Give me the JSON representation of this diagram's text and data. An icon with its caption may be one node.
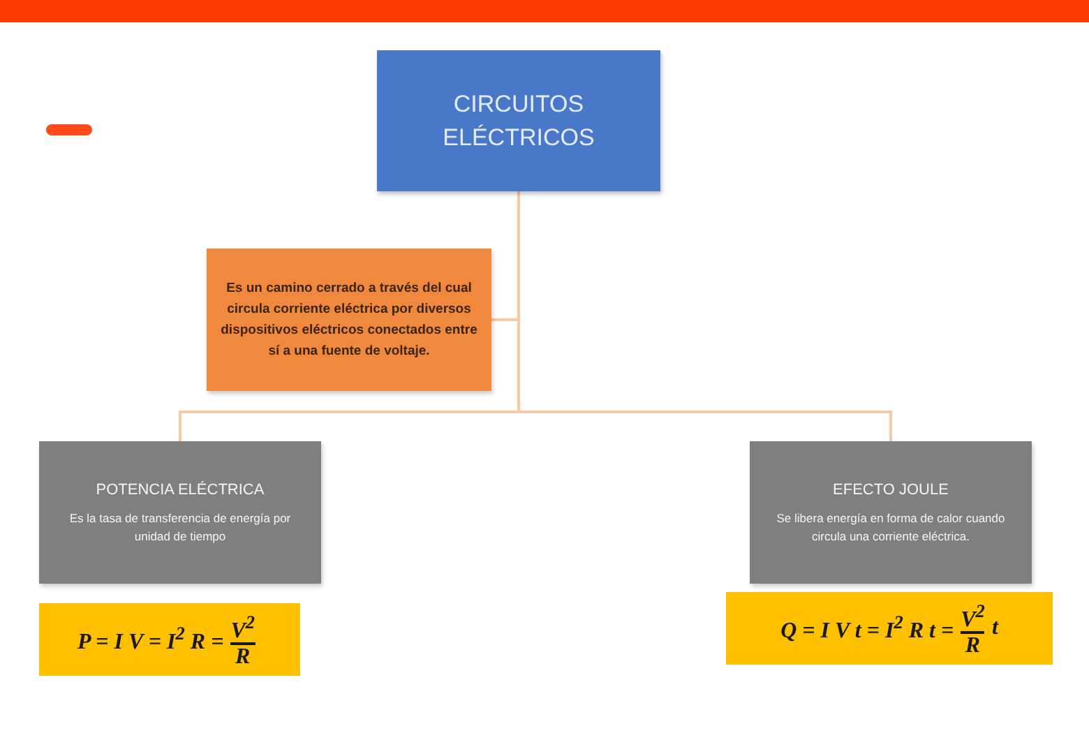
{
  "diagram": {
    "nodes": [
      {
        "text": [
          "CIRCUITOS ELÉCTRICOS"
        ]
      },
      {
        "text": [
          "Es un camino cerrado a través del cual circula corriente eléctrica por diversos dispositivos eléctricos conectados entre sí a una fuente de voltaje."
        ]
      },
      {
        "text": [
          "POTENCIA ELÉCTRICA",
          "Es la tasa de transferencia de energía por unidad de tiempo"
        ]
      },
      {
        "text": [
          "EFECTO JOULE",
          "Se libera energía en forma de calor cuando circula una corriente eléctrica."
        ]
      },
      {
        "text": [
          "P = I V = I$^{2}$ R =",
          "V$^{2}$",
          "R"
        ]
      },
      {
        "text": [
          "Q = I V t = I$^{2}$ R t =",
          "V$^{2}$",
          "R",
          "t"
        ]
      }
    ],
    "edges": [
      {
        "from": 0,
        "to": 1,
        "arrow": "none"
      },
      {
        "from": 0,
        "to": 2,
        "arrow": "none"
      },
      {
        "from": 0,
        "to": 3,
        "arrow": "none"
      }
    ]
  }
}
